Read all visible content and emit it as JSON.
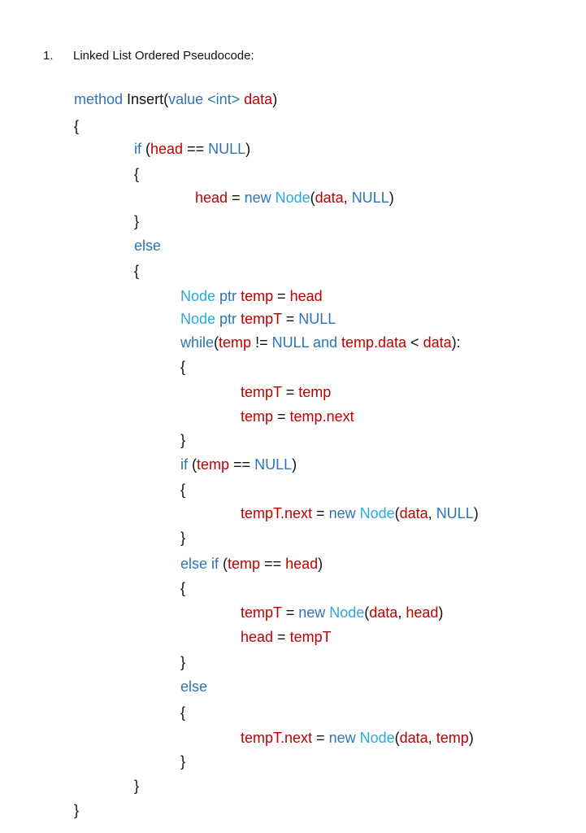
{
  "heading": {
    "number": "1.",
    "title": "Linked List Ordered Pseudocode:"
  },
  "colors": {
    "plain": "#111111",
    "keyword": "#2e74b5",
    "variable": "#c00000",
    "type": "#29a8e0"
  },
  "code": [
    {
      "indent": 0,
      "tokens": [
        {
          "t": "method ",
          "c": "keyword"
        },
        {
          "t": "Insert(",
          "c": "plain"
        },
        {
          "t": "value <int> ",
          "c": "keyword"
        },
        {
          "t": "data",
          "c": "variable"
        },
        {
          "t": ")",
          "c": "plain"
        }
      ]
    },
    {
      "indent": 0,
      "tokens": [
        {
          "t": "{",
          "c": "plain"
        }
      ]
    },
    {
      "indent": 1,
      "tokens": [
        {
          "t": "if ",
          "c": "keyword"
        },
        {
          "t": "(",
          "c": "plain"
        },
        {
          "t": "head",
          "c": "variable"
        },
        {
          "t": " == ",
          "c": "plain"
        },
        {
          "t": "NULL",
          "c": "keyword"
        },
        {
          "t": ")",
          "c": "plain"
        }
      ]
    },
    {
      "indent": 1,
      "tokens": [
        {
          "t": "{",
          "c": "plain"
        }
      ]
    },
    {
      "indent": 2,
      "tokens": [
        {
          "t": "head",
          "c": "variable"
        },
        {
          "t": " = ",
          "c": "plain"
        },
        {
          "t": "new ",
          "c": "keyword"
        },
        {
          "t": "Node",
          "c": "type"
        },
        {
          "t": "(",
          "c": "plain"
        },
        {
          "t": "data",
          "c": "variable"
        },
        {
          "t": ", ",
          "c": "plain"
        },
        {
          "t": "NULL",
          "c": "keyword"
        },
        {
          "t": ")",
          "c": "plain"
        }
      ]
    },
    {
      "indent": 1,
      "tokens": [
        {
          "t": "}",
          "c": "plain"
        }
      ]
    },
    {
      "indent": 1,
      "tokens": [
        {
          "t": "else",
          "c": "keyword"
        }
      ]
    },
    {
      "indent": 1,
      "tokens": [
        {
          "t": "{",
          "c": "plain"
        }
      ]
    },
    {
      "indent": 3,
      "tokens": [
        {
          "t": "Node ",
          "c": "type"
        },
        {
          "t": "ptr ",
          "c": "keyword"
        },
        {
          "t": "temp",
          "c": "variable"
        },
        {
          "t": " = ",
          "c": "plain"
        },
        {
          "t": "head",
          "c": "variable"
        }
      ]
    },
    {
      "indent": 3,
      "tokens": [
        {
          "t": "Node ",
          "c": "type"
        },
        {
          "t": "ptr ",
          "c": "keyword"
        },
        {
          "t": "tempT",
          "c": "variable"
        },
        {
          "t": " = ",
          "c": "plain"
        },
        {
          "t": "NULL",
          "c": "keyword"
        }
      ]
    },
    {
      "indent": 3,
      "tokens": [
        {
          "t": "while",
          "c": "keyword"
        },
        {
          "t": "(",
          "c": "plain"
        },
        {
          "t": "temp",
          "c": "variable"
        },
        {
          "t": " != ",
          "c": "plain"
        },
        {
          "t": "NULL ",
          "c": "keyword"
        },
        {
          "t": "and ",
          "c": "keyword"
        },
        {
          "t": "temp.data",
          "c": "variable"
        },
        {
          "t": " < ",
          "c": "plain"
        },
        {
          "t": "data",
          "c": "variable"
        },
        {
          "t": "):",
          "c": "plain"
        }
      ]
    },
    {
      "indent": 3,
      "tokens": [
        {
          "t": "{",
          "c": "plain"
        }
      ]
    },
    {
      "indent": 4,
      "tokens": [
        {
          "t": "tempT",
          "c": "variable"
        },
        {
          "t": " = ",
          "c": "plain"
        },
        {
          "t": "temp",
          "c": "variable"
        }
      ]
    },
    {
      "indent": 4,
      "tokens": [
        {
          "t": "temp",
          "c": "variable"
        },
        {
          "t": " = ",
          "c": "plain"
        },
        {
          "t": "temp.next",
          "c": "variable"
        }
      ]
    },
    {
      "indent": 3,
      "tokens": [
        {
          "t": "}",
          "c": "plain"
        }
      ]
    },
    {
      "indent": 3,
      "tokens": [
        {
          "t": "if ",
          "c": "keyword"
        },
        {
          "t": "(",
          "c": "plain"
        },
        {
          "t": "temp",
          "c": "variable"
        },
        {
          "t": " == ",
          "c": "plain"
        },
        {
          "t": "NULL",
          "c": "keyword"
        },
        {
          "t": ")",
          "c": "plain"
        }
      ]
    },
    {
      "indent": 3,
      "tokens": [
        {
          "t": "{",
          "c": "plain"
        }
      ]
    },
    {
      "indent": 4,
      "tokens": [
        {
          "t": "tempT.next",
          "c": "variable"
        },
        {
          "t": " = ",
          "c": "plain"
        },
        {
          "t": "new ",
          "c": "keyword"
        },
        {
          "t": "Node",
          "c": "type"
        },
        {
          "t": "(",
          "c": "plain"
        },
        {
          "t": "data",
          "c": "variable"
        },
        {
          "t": ", ",
          "c": "plain"
        },
        {
          "t": "NULL",
          "c": "keyword"
        },
        {
          "t": ")",
          "c": "plain"
        }
      ]
    },
    {
      "indent": 3,
      "tokens": [
        {
          "t": "}",
          "c": "plain"
        }
      ]
    },
    {
      "indent": 3,
      "tokens": [
        {
          "t": "else if ",
          "c": "keyword"
        },
        {
          "t": "(",
          "c": "plain"
        },
        {
          "t": "temp",
          "c": "variable"
        },
        {
          "t": " == ",
          "c": "plain"
        },
        {
          "t": "head",
          "c": "variable"
        },
        {
          "t": ")",
          "c": "plain"
        }
      ]
    },
    {
      "indent": 3,
      "tokens": [
        {
          "t": "{",
          "c": "plain"
        }
      ]
    },
    {
      "indent": 4,
      "tokens": [
        {
          "t": "tempT",
          "c": "variable"
        },
        {
          "t": " = ",
          "c": "plain"
        },
        {
          "t": "new ",
          "c": "keyword"
        },
        {
          "t": "Node",
          "c": "type"
        },
        {
          "t": "(",
          "c": "plain"
        },
        {
          "t": "data",
          "c": "variable"
        },
        {
          "t": ", ",
          "c": "plain"
        },
        {
          "t": "head",
          "c": "variable"
        },
        {
          "t": ")",
          "c": "plain"
        }
      ]
    },
    {
      "indent": 4,
      "tokens": [
        {
          "t": "head",
          "c": "variable"
        },
        {
          "t": " = ",
          "c": "plain"
        },
        {
          "t": "tempT",
          "c": "variable"
        }
      ]
    },
    {
      "indent": 3,
      "tokens": [
        {
          "t": "}",
          "c": "plain"
        }
      ]
    },
    {
      "indent": 3,
      "tokens": [
        {
          "t": "else",
          "c": "keyword"
        }
      ]
    },
    {
      "indent": 3,
      "tokens": [
        {
          "t": "{",
          "c": "plain"
        }
      ]
    },
    {
      "indent": 4,
      "tokens": [
        {
          "t": "tempT.next",
          "c": "variable"
        },
        {
          "t": " = ",
          "c": "plain"
        },
        {
          "t": "new ",
          "c": "keyword"
        },
        {
          "t": "Node",
          "c": "type"
        },
        {
          "t": "(",
          "c": "plain"
        },
        {
          "t": "data",
          "c": "variable"
        },
        {
          "t": ", ",
          "c": "plain"
        },
        {
          "t": "temp",
          "c": "variable"
        },
        {
          "t": ")",
          "c": "plain"
        }
      ]
    },
    {
      "indent": 3,
      "tokens": [
        {
          "t": "}",
          "c": "plain"
        }
      ]
    },
    {
      "indent": 1,
      "tokens": [
        {
          "t": "}",
          "c": "plain"
        }
      ]
    },
    {
      "indent": 0,
      "tokens": [
        {
          "t": "}",
          "c": "plain"
        }
      ]
    }
  ]
}
